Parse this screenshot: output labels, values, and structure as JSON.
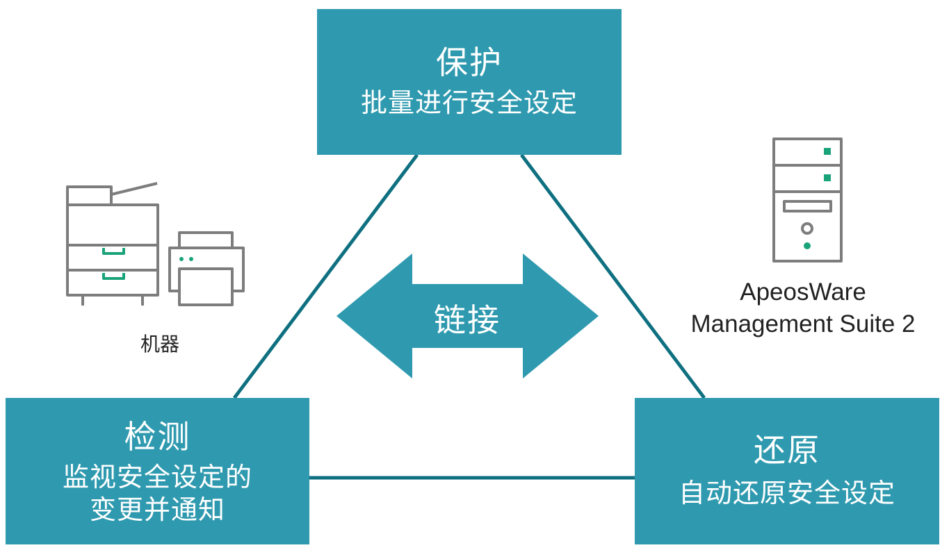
{
  "colors": {
    "box_fill": "#2f9aaf",
    "connector_line": "#0e7080",
    "arrow_fill": "#2f9aaf",
    "icon_stroke": "#7d7d7d",
    "icon_accent": "#1aa37a",
    "text_dark": "#222222",
    "text_light": "#ffffff"
  },
  "protect": {
    "title": "保护",
    "subtitle": "批量进行安全设定"
  },
  "detect": {
    "title": "检测",
    "subtitle_line1": "监视安全设定的",
    "subtitle_line2": "变更并通知"
  },
  "restore": {
    "title": "还原",
    "subtitle": "自动还原安全设定"
  },
  "center": {
    "label": "链接"
  },
  "device": {
    "label": "机器",
    "icons": [
      "multifunction-printer-icon",
      "printer-icon"
    ]
  },
  "software": {
    "line1": "ApeosWare",
    "line2": "Management Suite 2",
    "icon": "server-icon"
  }
}
